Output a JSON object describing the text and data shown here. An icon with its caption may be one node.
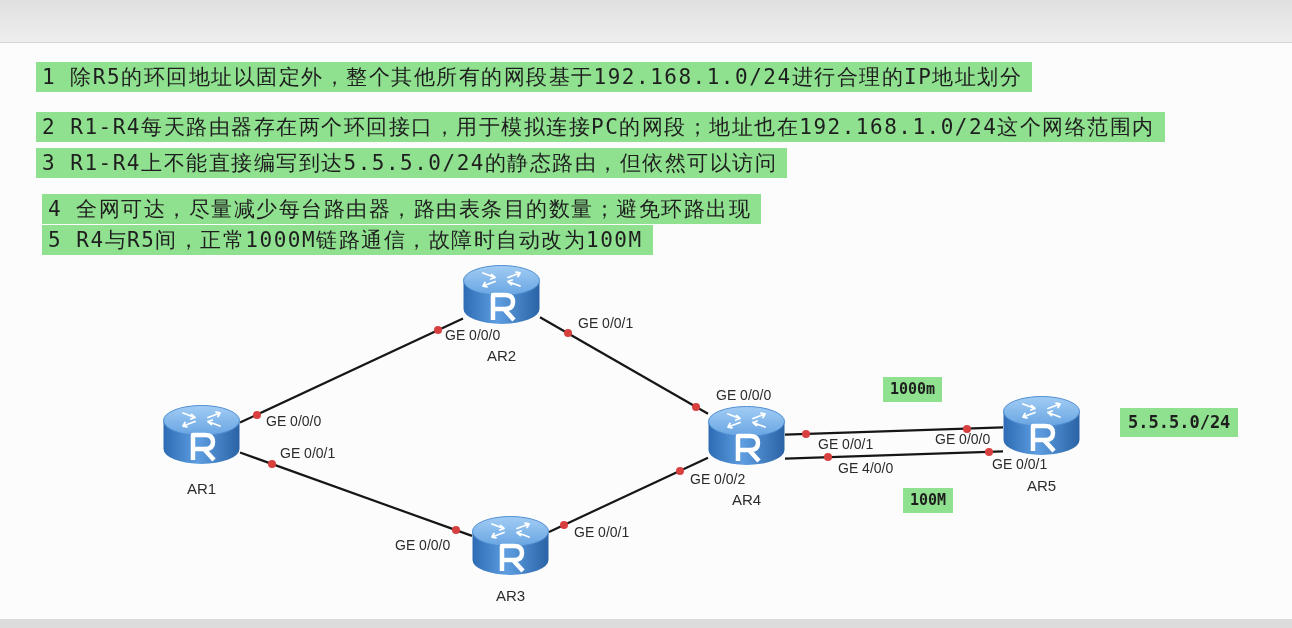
{
  "diagram": {
    "nodes": [
      {
        "text": [
          "AR1"
        ]
      },
      {
        "text": [
          "AR2"
        ]
      },
      {
        "text": [
          "AR3"
        ]
      },
      {
        "text": [
          "AR4"
        ]
      },
      {
        "text": [
          "AR5"
        ]
      }
    ],
    "edges": [
      {
        "from": 0,
        "to": 1,
        "arrow": "none"
      },
      {
        "from": 0,
        "to": 2,
        "arrow": "none"
      },
      {
        "from": 1,
        "to": 3,
        "arrow": "none"
      },
      {
        "from": 2,
        "to": 3,
        "arrow": "none"
      },
      {
        "from": 3,
        "to": 4,
        "arrow": "none"
      },
      {
        "from": 3,
        "to": 4,
        "arrow": "none"
      }
    ],
    "labels": [
      "1 除R5的环回地址以固定外，整个其他所有的网段基于192.168.1.0/24进行合理的IP地址划分",
      "2 R1-R4每天路由器存在两个环回接口，用于模拟连接PC的网段；地址也在192.168.1.0/24这个网络范围内",
      "3 R1-R4上不能直接编写到达5.5.5.0/24的静态路由，但依然可以访问",
      "4 全网可达，尽量减少每台路由器，路由表条目的数量；避免环路出现",
      "5 R4与R5间，正常1000M链路通信，故障时自动改为100M",
      "GE 0/0/0",
      "GE 0/0/1",
      "1000m",
      "GE 0/0/0",
      "GE 0/0/0",
      "5.5.5.0/24",
      "GE 0/0/0",
      "GE 0/0/1",
      "GE 0/0/1",
      "GE 4/0/0",
      "GE 0/0/1",
      "GE 0/0/2",
      "100M",
      "GE 0/0/1",
      "GE 0/0/0"
    ]
  }
}
